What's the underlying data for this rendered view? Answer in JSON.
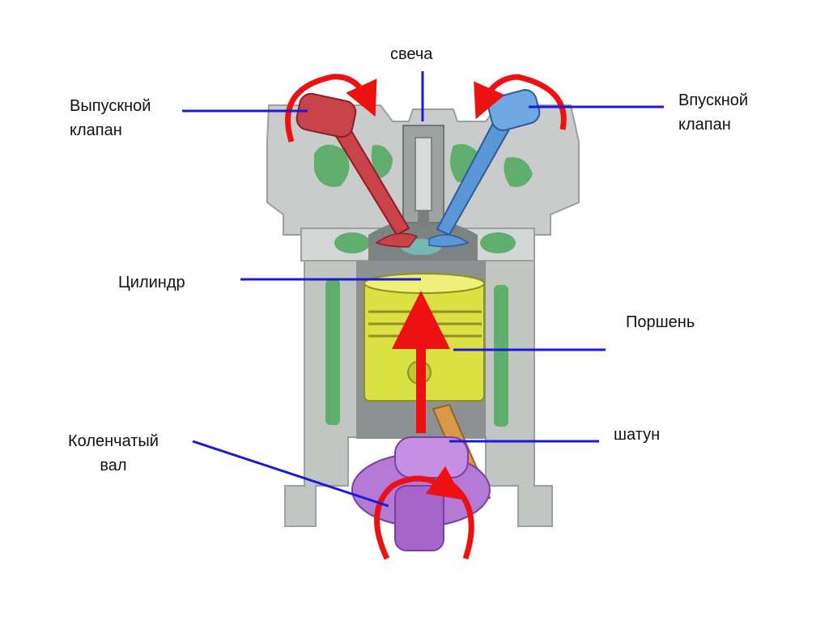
{
  "labels": {
    "spark_plug": "свеча",
    "exhaust_valve_line1": "Выпускной",
    "exhaust_valve_line2": "клапан",
    "intake_valve_line1": "Впускной",
    "intake_valve_line2": "клапан",
    "cylinder": "Цилиндр",
    "piston": "Поршень",
    "connecting_rod": "шатун",
    "crankshaft_line1": "Коленчатый",
    "crankshaft_line2": "вал"
  },
  "colors": {
    "leader_line": "#1a1adb",
    "arrow": "#ee1111",
    "engine_block": "#c9ccca",
    "coolant": "#5fae6e",
    "exhaust_valve": "#c9434a",
    "intake_valve": "#5a97d8",
    "piston": "#dbe043",
    "connecting_rod": "#d9994a",
    "crankshaft": "#b57ad6"
  },
  "icons": [
    "engine-cylinder-cutaway",
    "rotation-arrow-icon",
    "upward-arrow-icon"
  ]
}
